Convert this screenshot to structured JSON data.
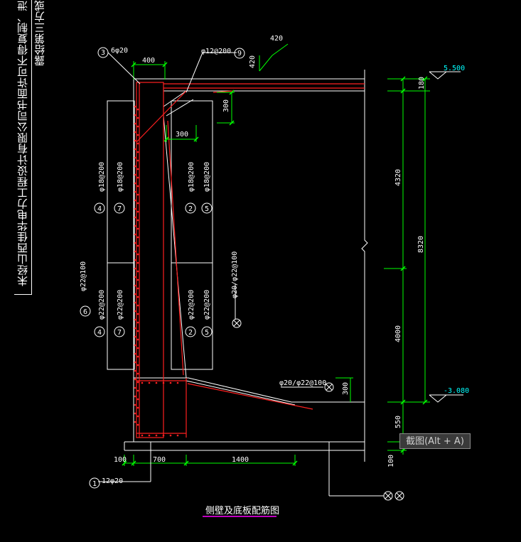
{
  "side_note": "未经山西佳华电力工程设计有限公司书面许可不得复制、泄露给第三方或",
  "screenshot_tooltip": "截图(Alt + A)",
  "drawing_title": "侧壁及底板配筋图",
  "elevations": {
    "top": "5.500",
    "bottom": "-3.080"
  },
  "dimensions": {
    "top_width": "400",
    "slope_horiz": "420",
    "slope_vert": "420",
    "haunch_h_top": "300",
    "haunch_w_top": "300",
    "right_180": "180",
    "right_4320": "4320",
    "right_8320": "8320",
    "right_4000": "4000",
    "right_550": "550",
    "right_100": "100",
    "bottom_100": "100",
    "bottom_700": "700",
    "bottom_1400": "1400",
    "haunch_h_bottom": "300"
  },
  "rebar_labels": {
    "r3": "6φ20",
    "r9": "φ12@200",
    "r4_upper": "φ18@200",
    "r7_upper": "φ18@200",
    "r2_upper": "φ18@200",
    "r5_upper": "φ18@200",
    "r6": "φ22@100",
    "r4_lower": "φ22@200",
    "r7_lower": "φ22@200",
    "r2_lower": "φ22@200",
    "r5_lower": "φ22@200",
    "rx_right": "φ20/φ22@100",
    "rx_bottom": "φ20/φ22@100",
    "r1": "12φ20"
  },
  "callout_numbers": {
    "c3": "3",
    "c9": "9",
    "c4a": "4",
    "c7a": "7",
    "c2a": "2",
    "c5a": "5",
    "c6": "6",
    "c4b": "4",
    "c7b": "7",
    "c2b": "2",
    "c5b": "5",
    "c1": "1"
  },
  "colors": {
    "background": "#000000",
    "linework": "#ffffff",
    "rebar": "#ff2020",
    "dimension": "#00ff00",
    "elevation": "#00ffff",
    "leader": "#c000c0"
  }
}
